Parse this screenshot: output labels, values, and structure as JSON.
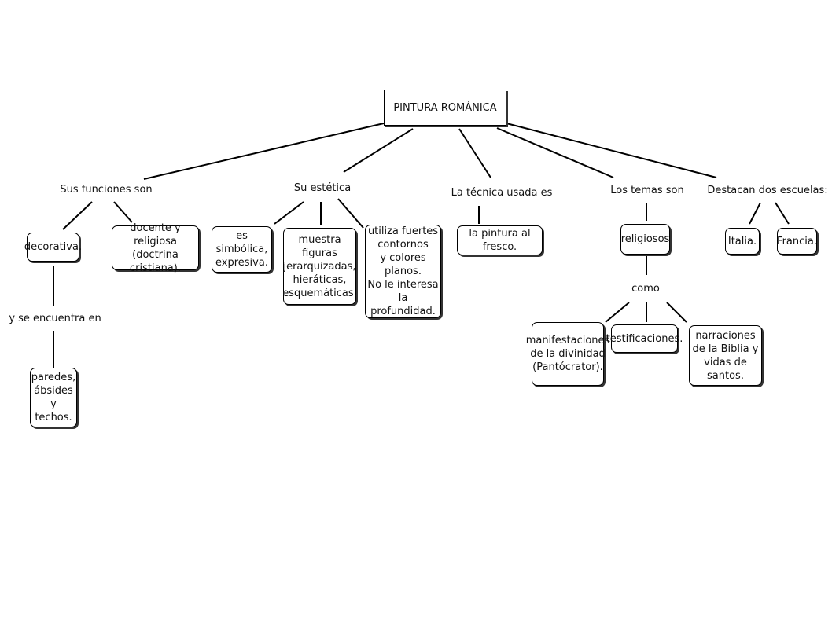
{
  "root": "PINTURA ROMÁNICA",
  "branches": {
    "funciones": {
      "label": "Sus funciones son",
      "decorativa": "decorativa.",
      "ubicacion_link": "y se encuentra en",
      "ubicacion": "paredes,\nábsides y\ntechos.",
      "docente": "docente y religiosa\n(doctrina cristiana)."
    },
    "estetica": {
      "label": "Su estética",
      "items": [
        "es simbólica,\nexpresiva.",
        "muestra figuras\njerarquizadas,\nhieráticas,\nesquemáticas.",
        "utiliza fuertes\ncontornos\ny colores planos.\nNo le interesa la\nprofundidad."
      ]
    },
    "tecnica": {
      "label": "La técnica usada es",
      "item": "la pintura al fresco."
    },
    "temas": {
      "label": "Los temas son",
      "item": "religiosos",
      "link": "como",
      "subitems": [
        "manifestaciones\nde la divinidad\n(Pantócrator).",
        "testificaciones.",
        "narraciones\nde la Biblia y\nvidas de santos."
      ]
    },
    "escuelas": {
      "label": "Destacan dos escuelas:",
      "items": [
        "Italia.",
        "Francia."
      ]
    }
  }
}
